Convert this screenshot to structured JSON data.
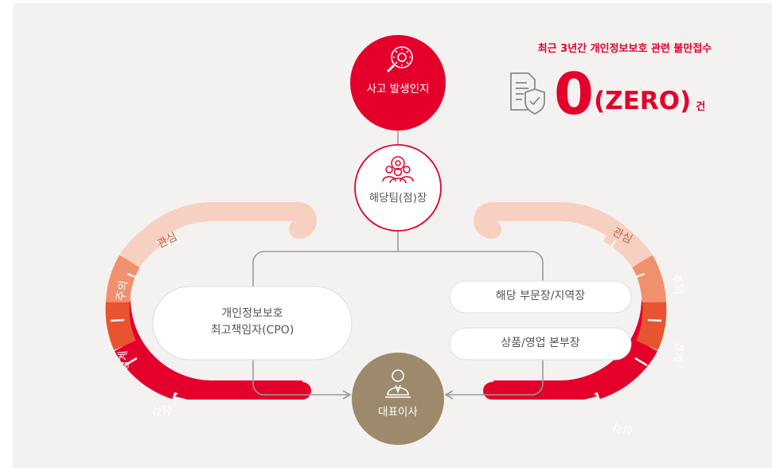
{
  "stat": {
    "headline": "최근 3년간 개인정보보호 관련 불만접수",
    "value": "0",
    "word": "(ZERO)",
    "unit": "건",
    "icon": "document-shield-icon"
  },
  "nodes": {
    "incident": {
      "label": "사고 발생인지",
      "icon": "search-gear-icon"
    },
    "team_leader": {
      "label": "해당팀(점)장",
      "icon": "team-gear-icon"
    },
    "ceo": {
      "label": "대표이사",
      "icon": "executive-icon"
    }
  },
  "boxes": {
    "cpo_line1": "개인정보보호",
    "cpo_line2": "최고책임자(CPO)",
    "division_head": "해당 부문장/지역장",
    "sales_head": "상품/영업 본부장"
  },
  "alert_levels": [
    "관심",
    "주의",
    "경계",
    "심각"
  ],
  "colors": {
    "accent": "#e4002b",
    "level_interest": "#f8d0c2",
    "level_caution": "#f1906c",
    "level_warning": "#e85430",
    "level_serious": "#e4002b",
    "ceo_circle": "#9d8a6c",
    "background": "#f4f2f0"
  }
}
